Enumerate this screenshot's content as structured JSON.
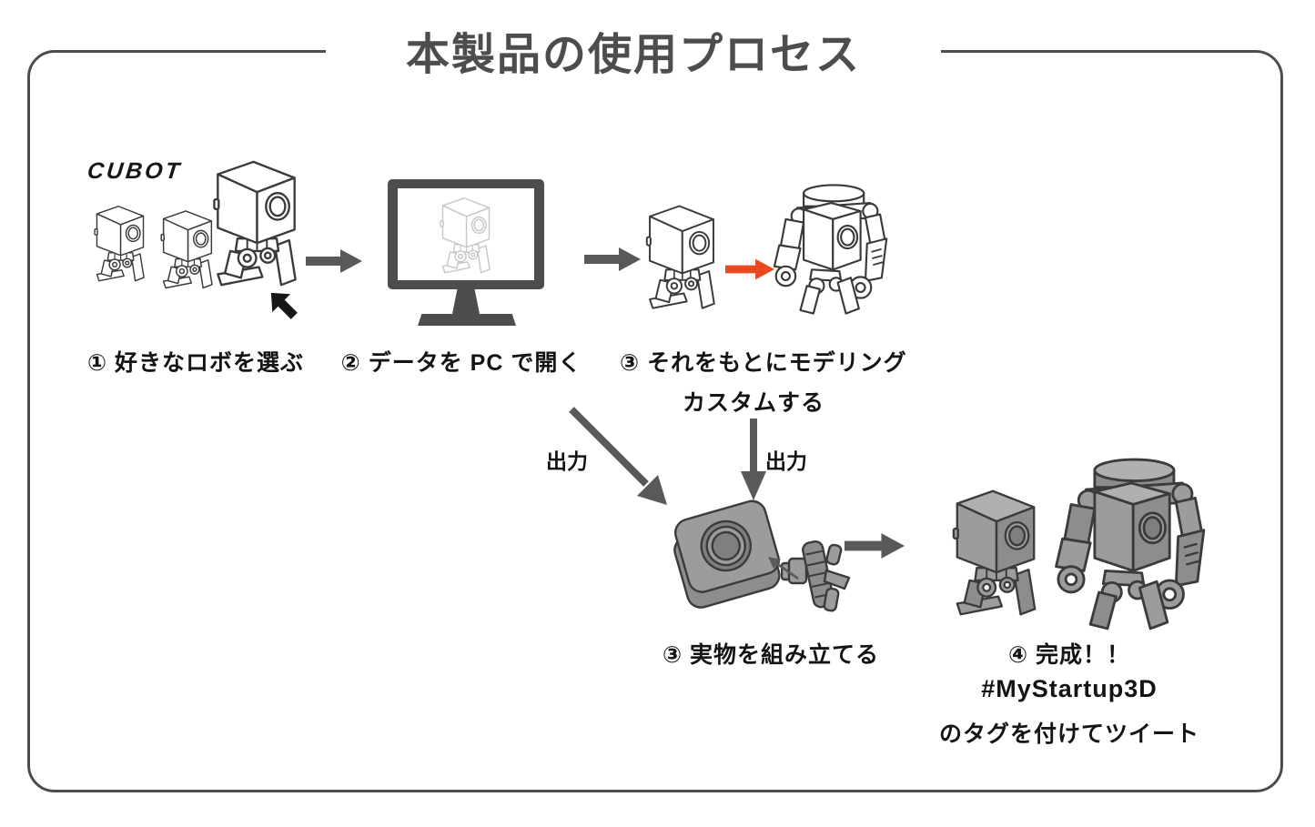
{
  "title": "本製品の使用プロセス",
  "brand_logo": "CUBOT",
  "steps": {
    "choose": {
      "label": "① 好きなロボを選ぶ"
    },
    "open_pc": {
      "label": "② データを PC で開く"
    },
    "modeling": {
      "label_line1": "③ それをもとにモデリング",
      "label_line2": "カスタムする"
    },
    "assemble": {
      "label": "③ 実物を組み立てる"
    },
    "finish": {
      "label_line1": "④ 完成！！",
      "hashtag": "#MyStartup3D",
      "label_line3": "のタグを付けてツイート"
    }
  },
  "output_arrows": {
    "left_label": "出力",
    "right_label": "出力"
  },
  "colors": {
    "frame_gray": "#4D4D4D",
    "arrow_gray": "#58595B",
    "accent_orange": "#E8491E",
    "text_black": "#141414",
    "robot_fill_gray": "#9C9C9C"
  },
  "icons": {
    "cursor": "cursor-arrow",
    "step_arrow": "right-arrow",
    "output_arrow": "down-arrow",
    "insert_arrow": "small-left-arrow"
  }
}
